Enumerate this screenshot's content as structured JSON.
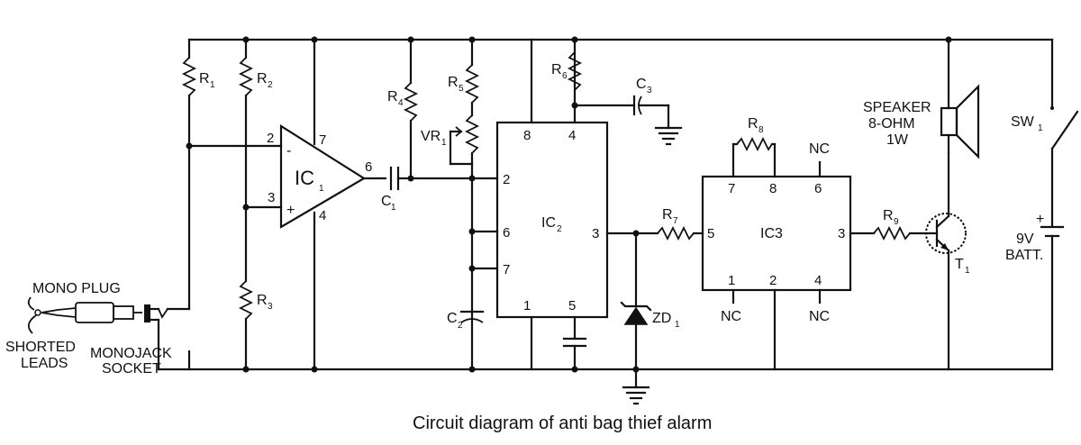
{
  "caption": "Circuit diagram of anti bag thief alarm",
  "labels": {
    "r1": "R",
    "r1_sub": "1",
    "r2": "R",
    "r2_sub": "2",
    "r3": "R",
    "r3_sub": "3",
    "r4": "R",
    "r4_sub": "4",
    "r5": "R",
    "r5_sub": "5",
    "r6": "R",
    "r6_sub": "6",
    "r7": "R",
    "r7_sub": "7",
    "r8": "R",
    "r8_sub": "8",
    "r9": "R",
    "r9_sub": "9",
    "c1": "C",
    "c1_sub": "1",
    "c2": "C",
    "c2_sub": "2",
    "c3": "C",
    "c3_sub": "3",
    "vr1": "VR",
    "vr1_sub": "1",
    "zd1": "ZD",
    "zd1_sub": "1",
    "t1": "T",
    "t1_sub": "1",
    "sw1": "SW",
    "sw1_sub": "1",
    "ic1": "IC",
    "ic1_sub": "1",
    "ic2": "IC",
    "ic2_sub": "2",
    "ic3": "IC3",
    "minus": "-",
    "plus": "+",
    "speaker_line1": "SPEAKER",
    "speaker_line2": "8-OHM",
    "speaker_line3": "1W",
    "battery_line1": "9V",
    "battery_line2": "BATT.",
    "mono_plug": "MONO PLUG",
    "shorted_leads_line1": "SHORTED",
    "shorted_leads_line2": "LEADS",
    "monojack_line1": "MONOJACK",
    "monojack_line2": "SOCKET",
    "nc": "NC"
  },
  "ic1_pins": {
    "inv": "2",
    "noninv": "3",
    "vcc": "7",
    "gnd": "4",
    "out": "6"
  },
  "ic2_pins": {
    "p8": "8",
    "p4": "4",
    "p2": "2",
    "p6": "6",
    "p7": "7",
    "p3": "3",
    "p1": "1",
    "p5": "5"
  },
  "ic3_pins": {
    "p7": "7",
    "p8": "8",
    "p6": "6",
    "p5": "5",
    "p3": "3",
    "p1": "1",
    "p2": "2",
    "p4": "4"
  }
}
